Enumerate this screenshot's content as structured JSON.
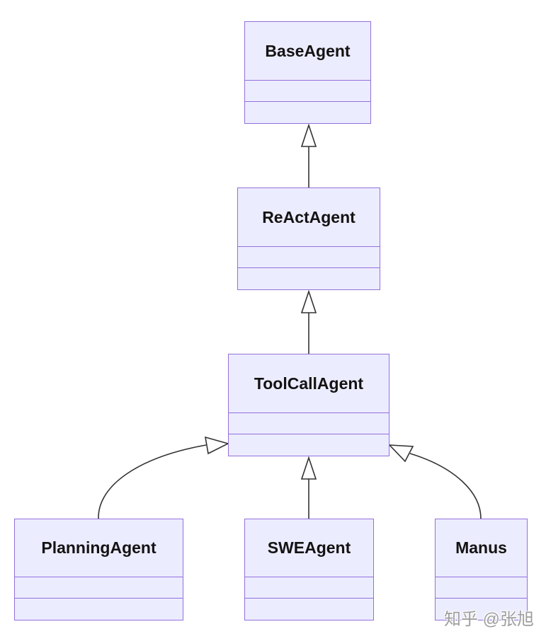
{
  "diagram": {
    "type": "uml-class-diagram",
    "colors": {
      "node_fill": "#ECECFF",
      "node_border": "#9370DB",
      "edge_stroke": "#333333",
      "label_text": "#131313",
      "background": "#ffffff"
    },
    "classes": [
      {
        "name": "BaseAgent",
        "label": "BaseAgent",
        "attributes": [],
        "methods": []
      },
      {
        "name": "ReActAgent",
        "label": "ReActAgent",
        "attributes": [],
        "methods": []
      },
      {
        "name": "ToolCallAgent",
        "label": "ToolCallAgent",
        "attributes": [],
        "methods": []
      },
      {
        "name": "PlanningAgent",
        "label": "PlanningAgent",
        "attributes": [],
        "methods": []
      },
      {
        "name": "SWEAgent",
        "label": "SWEAgent",
        "attributes": [],
        "methods": []
      },
      {
        "name": "Manus",
        "label": "Manus",
        "attributes": [],
        "methods": []
      }
    ],
    "relations": [
      {
        "from": "ReActAgent",
        "to": "BaseAgent",
        "type": "inheritance"
      },
      {
        "from": "ToolCallAgent",
        "to": "ReActAgent",
        "type": "inheritance"
      },
      {
        "from": "PlanningAgent",
        "to": "ToolCallAgent",
        "type": "inheritance"
      },
      {
        "from": "SWEAgent",
        "to": "ToolCallAgent",
        "type": "inheritance"
      },
      {
        "from": "Manus",
        "to": "ToolCallAgent",
        "type": "inheritance"
      }
    ]
  },
  "watermark": {
    "text": "知乎 @张旭"
  }
}
